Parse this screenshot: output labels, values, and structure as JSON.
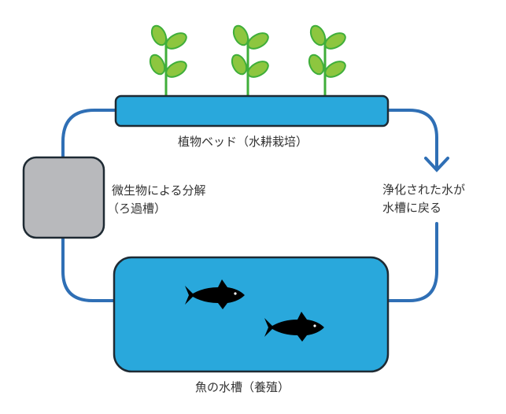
{
  "diagram": {
    "title": "Aquaponics cycle",
    "labels": {
      "plant_bed": "植物ベッド（水耕栽培）",
      "filter_line1": "微生物による分解",
      "filter_line2": "（ろ過槽）",
      "return_line1": "浄化された水が",
      "return_line2": "水槽に戻る",
      "fish_tank": "魚の水槽（養殖）"
    },
    "colors": {
      "water": "#29a8dc",
      "pipe": "#2f6fb5",
      "filter": "#b8b9bc",
      "outline": "#1e2a33",
      "plant": "#8dc63f",
      "plant_outline": "#3fae3a",
      "fish": "#000000"
    },
    "plants_count": 3,
    "fish_count": 2
  }
}
